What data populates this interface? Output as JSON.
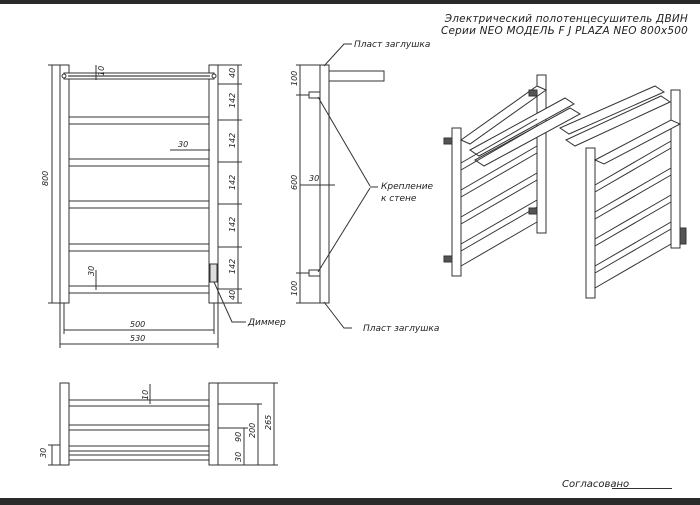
{
  "title": {
    "line1": "Электрический полотенцесушитель ДВИН",
    "line2": "Серии NEO МОДЕЛЬ F J PLAZA NEO 800x500"
  },
  "front_view": {
    "dim_height": "800",
    "dim_width_inner": "500",
    "dim_width_outer": "530",
    "dim_top_bar": "10",
    "dim_bar_width": "30",
    "dim_bottom_bar": "30",
    "spacing": [
      "40",
      "142",
      "142",
      "142",
      "142",
      "142",
      "40"
    ],
    "dimmer_label": "Диммер"
  },
  "side_view": {
    "dim_top": "100",
    "dim_middle": "600",
    "dim_bottom": "100",
    "dim_bracket": "30",
    "cap_top_label": "Пласт заглушка",
    "cap_bottom_label": "Пласт заглушка",
    "mount_label_1": "Крепление",
    "mount_label_2": "к стене"
  },
  "top_view": {
    "dim_10": "10",
    "dim_30": "30",
    "dim_90": "90",
    "dim_30b": "30",
    "dim_200": "200",
    "dim_265": "265"
  },
  "footer": {
    "approved_label": "Согласовано"
  }
}
